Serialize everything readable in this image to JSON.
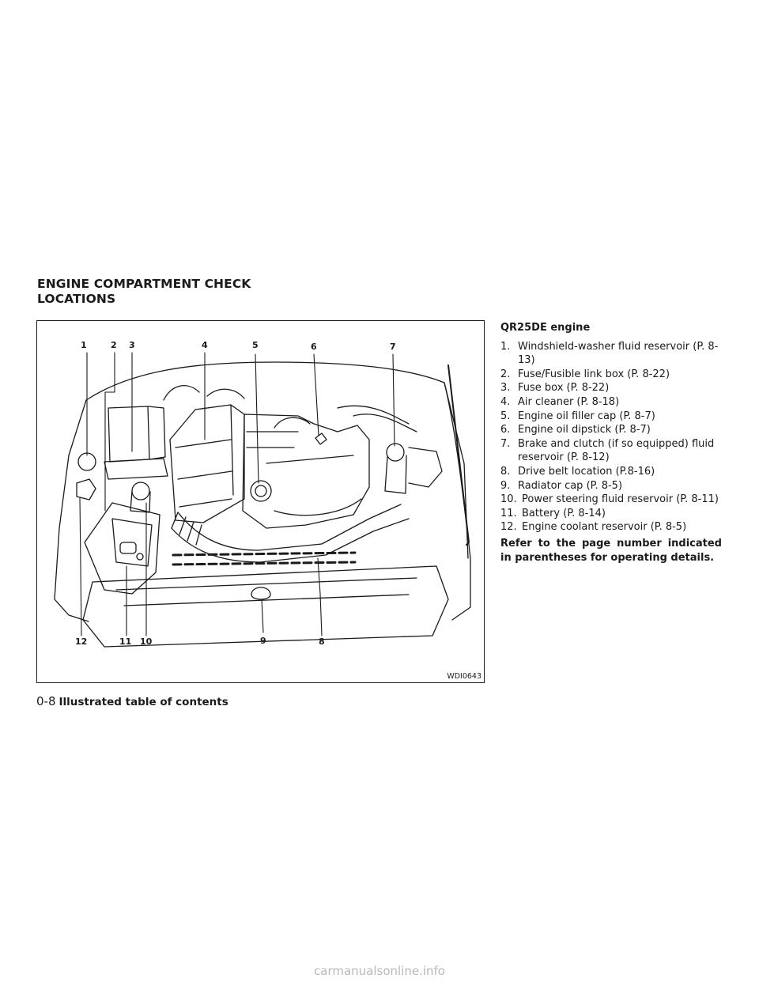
{
  "section": {
    "title_line1": "ENGINE COMPARTMENT CHECK",
    "title_line2": "LOCATIONS"
  },
  "figure": {
    "code": "WDI0643",
    "callouts": [
      "1",
      "2",
      "3",
      "4",
      "5",
      "6",
      "7",
      "8",
      "9",
      "10",
      "11",
      "12"
    ]
  },
  "engine": {
    "title": "QR25DE engine",
    "items": [
      {
        "num": "1.",
        "text": "Windshield-washer fluid reservoir (P. 8-13)"
      },
      {
        "num": "2.",
        "text": "Fuse/Fusible link box (P. 8-22)"
      },
      {
        "num": "3.",
        "text": "Fuse box (P. 8-22)"
      },
      {
        "num": "4.",
        "text": "Air cleaner (P. 8-18)"
      },
      {
        "num": "5.",
        "text": "Engine oil filler cap (P. 8-7)"
      },
      {
        "num": "6.",
        "text": "Engine oil dipstick (P. 8-7)"
      },
      {
        "num": "7.",
        "text": "Brake and clutch (if so equipped) fluid reservoir (P. 8-12)"
      },
      {
        "num": "8.",
        "text": "Drive belt location (P.8-16)"
      },
      {
        "num": "9.",
        "text": "Radiator cap (P. 8-5)"
      },
      {
        "num": "10.",
        "text": "Power steering fluid reservoir (P. 8-11)"
      },
      {
        "num": "11.",
        "text": "Battery (P. 8-14)"
      },
      {
        "num": "12.",
        "text": "Engine coolant reservoir (P. 8-5)"
      }
    ],
    "note": "Refer to the page number indicated in parentheses for operating details."
  },
  "footer": {
    "page": "0-8",
    "chapter": "Illustrated table of contents"
  },
  "watermark": "carmanualsonline.info"
}
